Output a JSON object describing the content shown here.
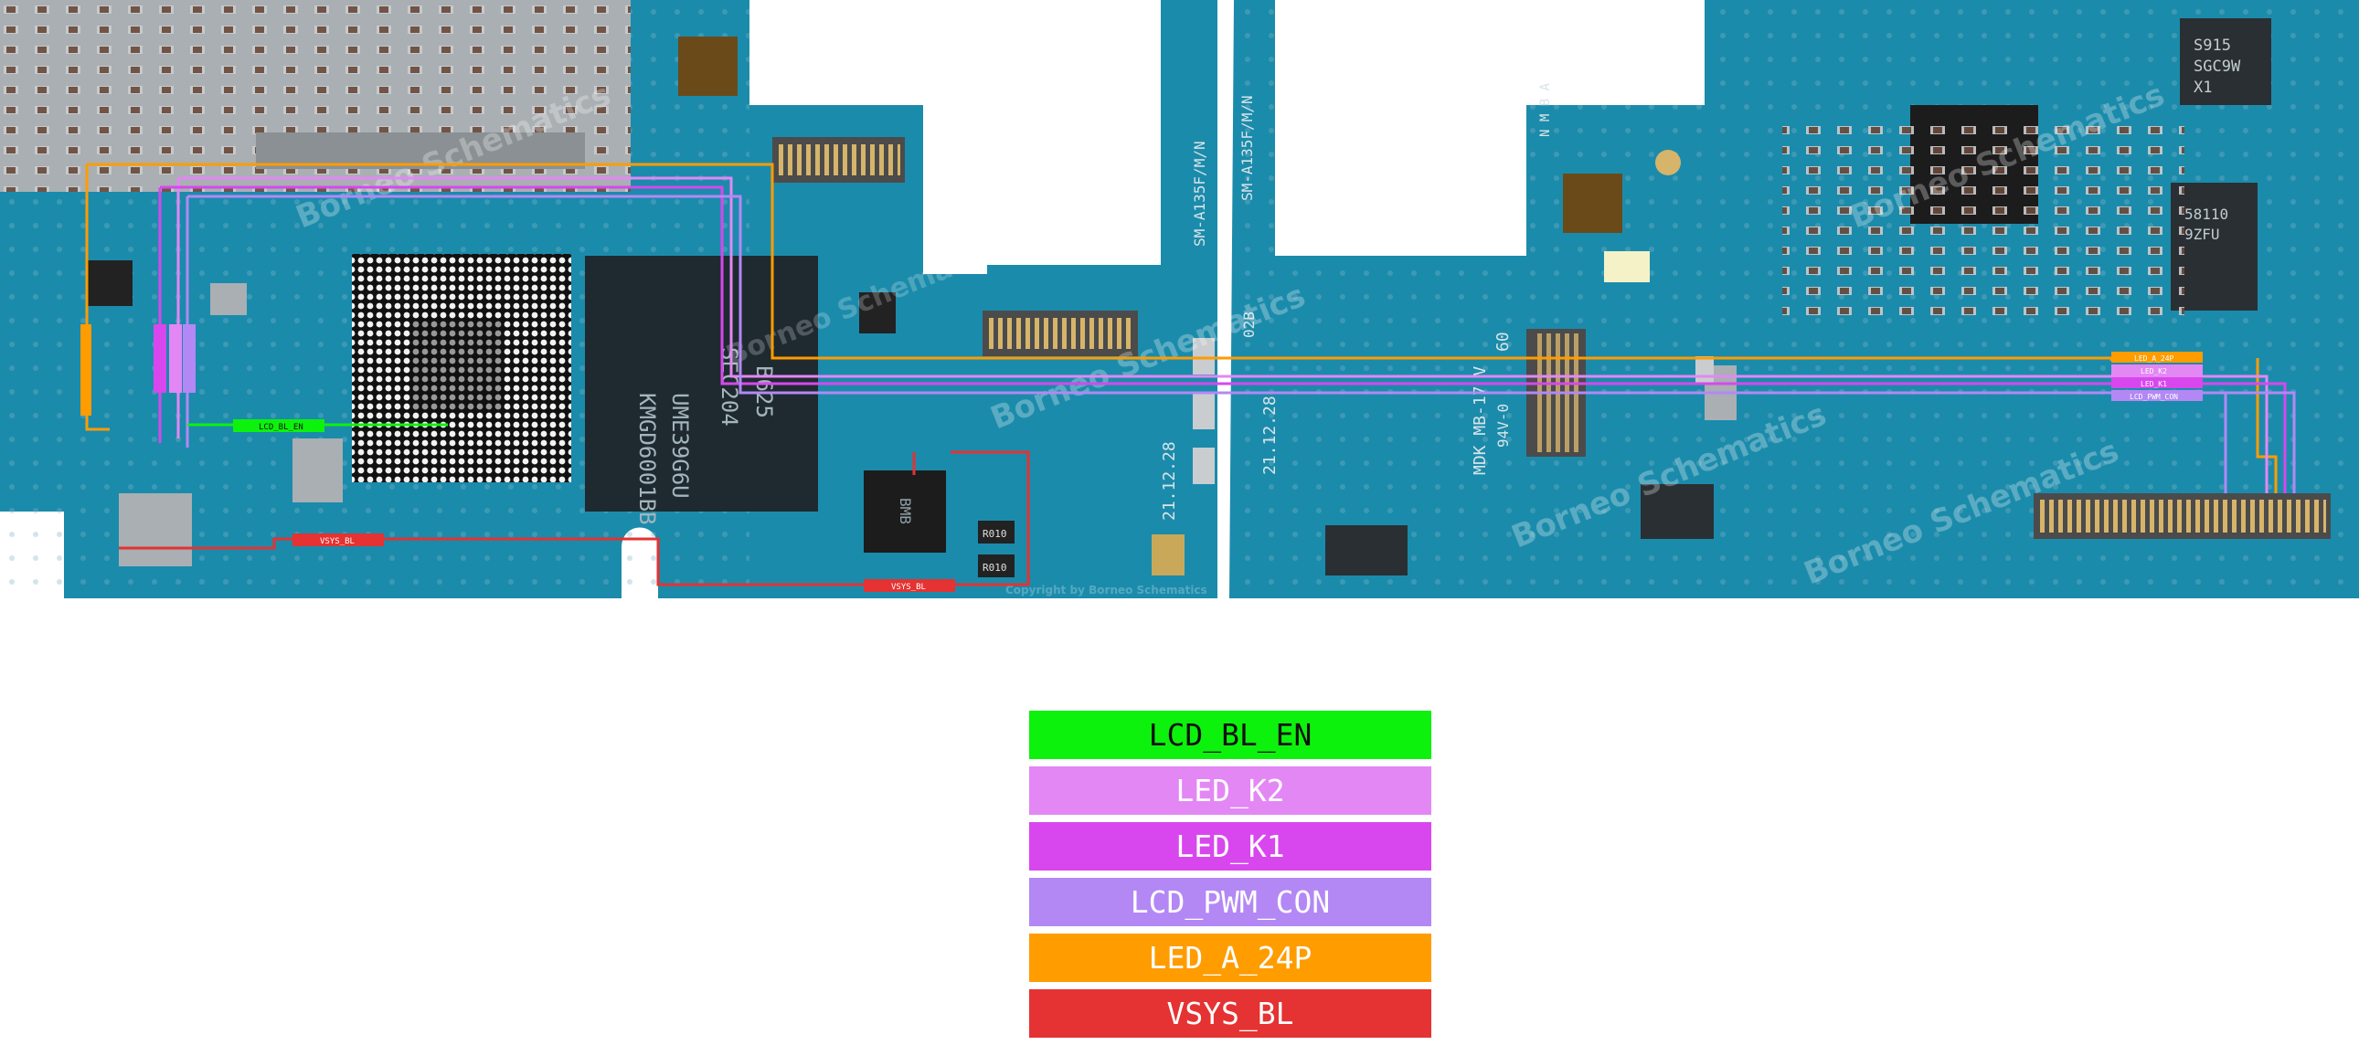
{
  "legend": [
    {
      "label": "LCD_BL_EN",
      "color": "#0df20d",
      "text_color": "#111111"
    },
    {
      "label": "LED_K2",
      "color": "#e387f5",
      "text_color": "#ffffff"
    },
    {
      "label": "LED_K1",
      "color": "#d847ee",
      "text_color": "#ffffff"
    },
    {
      "label": "LCD_PWM_CON",
      "color": "#b388f5",
      "text_color": "#ffffff"
    },
    {
      "label": "LED_A_24P",
      "color": "#ff9c00",
      "text_color": "#ffffff"
    },
    {
      "label": "VSYS_BL",
      "color": "#e53232",
      "text_color": "#ffffff"
    }
  ],
  "board_labels": {
    "left_chip_1": "SEC204",
    "left_chip_2": "B625",
    "left_chip_3": "KMGD6001BB",
    "left_chip_4": "UME39G6U",
    "left_date": "21.12.28",
    "left_model": "SM-A135F/M/N",
    "left_rev": "02B",
    "right_date": "21.12.28",
    "right_model": "SM-A135F/M/N",
    "right_mdk": "MDK MB-17 V",
    "right_rating": "94V-0",
    "right_num": "60",
    "right_chip_1": "S915",
    "right_chip_2": "SGC9W",
    "right_chip_3": "X1",
    "right_chip_4": "58110",
    "right_chip_5": "9ZFU",
    "right_letters": "N M B A",
    "pmic_label": "BMB",
    "res_label_1": "R010",
    "res_label_2": "R010",
    "watermark": "Borneo Schematics",
    "watermark_sub": "Copyright by Borneo Schematics"
  },
  "tags": {
    "lcd_bl_en_tag": "LCD_BL_EN",
    "vsys_bl_tag_1": "VSYS_BL",
    "vsys_bl_tag_2": "VSYS_BL",
    "led_a_tag": "LED_A_24P",
    "led_k2_tag": "LED_K2",
    "led_k1_tag": "LED_K1",
    "pwm_tag": "LCD_PWM_CON"
  }
}
